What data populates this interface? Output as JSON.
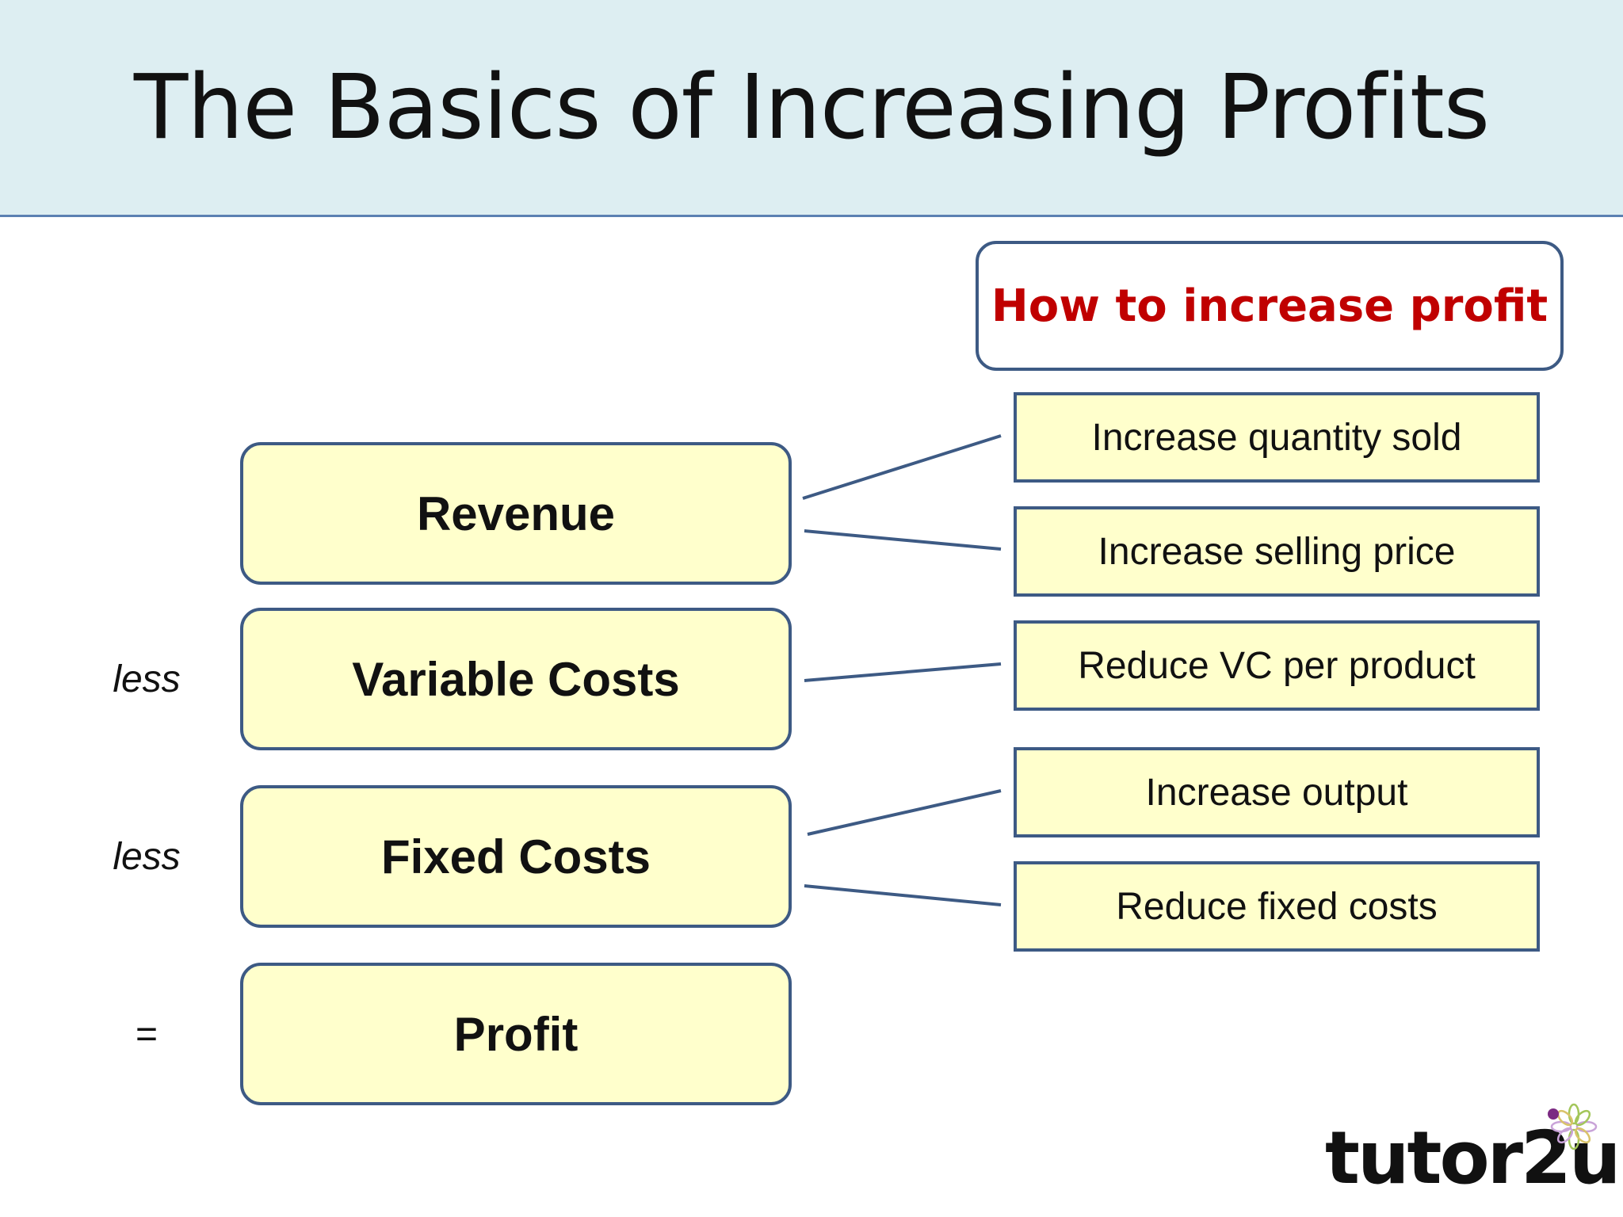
{
  "title": "The Basics of Increasing Profits",
  "header": "How to increase profit",
  "rows": [
    {
      "operator": "",
      "label": "Revenue"
    },
    {
      "operator": "less",
      "label": "Variable Costs"
    },
    {
      "operator": "less",
      "label": "Fixed Costs"
    },
    {
      "operator": "=",
      "label": "Profit"
    }
  ],
  "actions": [
    "Increase quantity sold",
    "Increase selling price",
    "Reduce VC per product",
    "Increase output",
    "Reduce fixed costs"
  ],
  "brand": "tutor2u",
  "colors": {
    "title_band": "#ddeef2",
    "box_fill": "#ffffcc",
    "box_border": "#3d5a84",
    "header_text": "#c00000"
  }
}
